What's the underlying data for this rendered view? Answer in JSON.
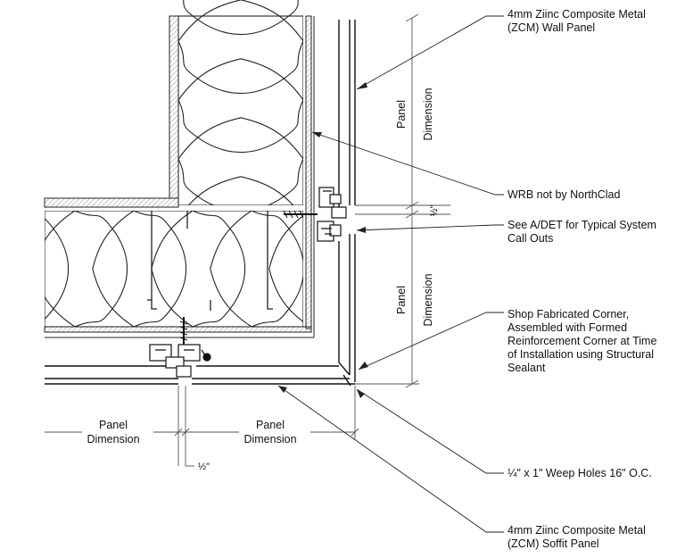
{
  "callouts": {
    "wall_panel": [
      "4mm Ziinc Composite Metal",
      "(ZCM) Wall Panel"
    ],
    "wrb": [
      "WRB not by NorthClad"
    ],
    "see_adet": [
      "See A/DET for Typical System",
      "Call Outs"
    ],
    "shop_corner": [
      "Shop Fabricated Corner,",
      "Assembled with Formed",
      "Reinforcement Corner at Time",
      "of Installation using Structural",
      "Sealant"
    ],
    "weep_holes": [
      "¼\" x 1\" Weep Holes 16\" O.C."
    ],
    "soffit_panel": [
      "4mm Ziinc Composite Metal",
      "(ZCM) Soffit Panel"
    ]
  },
  "dimensions": {
    "vertical_upper": [
      "Panel",
      "Dimension"
    ],
    "vertical_lower": [
      "Panel",
      "Dimension"
    ],
    "vertical_gap": "½\"",
    "horizontal_left": [
      "Panel",
      "Dimension"
    ],
    "horizontal_right": [
      "Panel",
      "Dimension"
    ],
    "horizontal_gap": "½\""
  },
  "colors": {
    "line": "#1a1a1a",
    "hatch": "#666666",
    "insulation_line": "#222222",
    "dim_line": "#555555"
  }
}
